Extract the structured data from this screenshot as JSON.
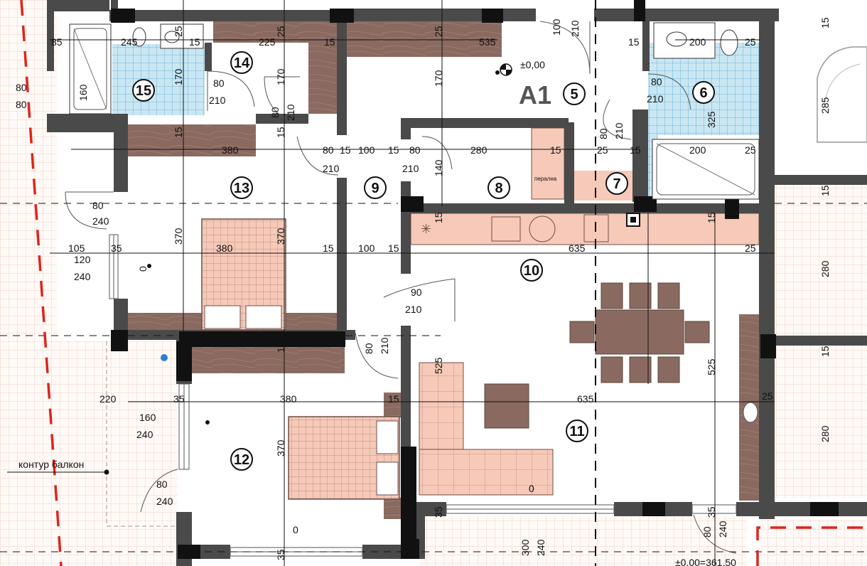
{
  "plan": {
    "apartment_label": "A1",
    "zero_level": "±0,00",
    "bottom_level": "±0,00=361,50",
    "balcony_outline_label": "контур балкон",
    "laundry_label": "перална",
    "colors": {
      "wall": "#4a4a4a",
      "wood_floor": "#8a6a60",
      "bath_tile": "#c9e7f3",
      "furniture": "#f6c9b8",
      "property_line": "#e0241b",
      "grid": "#111111"
    }
  },
  "rooms": [
    {
      "number": "15"
    },
    {
      "number": "14"
    },
    {
      "number": "5"
    },
    {
      "number": "6"
    },
    {
      "number": "13"
    },
    {
      "number": "9"
    },
    {
      "number": "8"
    },
    {
      "number": "7"
    },
    {
      "number": "10"
    },
    {
      "number": "11"
    },
    {
      "number": "12"
    }
  ],
  "dimensions": {
    "d_245": "245",
    "d_25a": "25",
    "d_15a": "15",
    "d_225": "225",
    "d_25b": "25",
    "d_15b": "15",
    "d_25c": "25",
    "d_535": "535",
    "d_100a": "100",
    "d_210a": "210",
    "d_15c": "15",
    "d_200a": "200",
    "d_25d": "25",
    "d_85": "85",
    "d_80a": "80",
    "d_80b": "80",
    "d_160a": "160",
    "d_170a": "170",
    "d_80c": "80",
    "d_210b": "210",
    "d_170b": "170",
    "d_80d": "80",
    "d_210c": "210",
    "d_170c": "170",
    "d_80e": "80",
    "d_210d": "210",
    "d_325": "325",
    "d_285": "285",
    "d_15d": "15",
    "d_15e": "15",
    "d_380a": "380",
    "d_80f": "80",
    "d_15f": "15",
    "d_100b": "100",
    "d_15g": "15",
    "d_80g": "80",
    "d_280a": "280",
    "d_15h": "15",
    "d_80h": "80",
    "d_210e": "210",
    "d_25e": "25",
    "d_15i": "15",
    "d_200b": "200",
    "d_25f": "25",
    "d_210f": "210",
    "d_210g": "210",
    "d_140": "140",
    "d_15j": "15",
    "d_80i": "80",
    "d_240a": "240",
    "d_15k": "15",
    "d_15l": "15",
    "d_370a": "370",
    "d_380b": "380",
    "d_370b": "370",
    "d_105": "105",
    "d_35a": "35",
    "d_120": "120",
    "d_240b": "240",
    "d_0a": "0",
    "d_15m": "15",
    "d_100c": "100",
    "d_15n": "15",
    "d_635a": "635",
    "d_25g": "25",
    "d_280b": "280",
    "d_90": "90",
    "d_210h": "210",
    "d_80j": "80",
    "d_210i": "210",
    "d_15o": "15",
    "d_525a": "525",
    "d_525b": "525",
    "d_220": "220",
    "d_35b": "35",
    "d_380c": "380",
    "d_15p": "15",
    "d_635b": "635",
    "d_25h": "25",
    "d_160b": "160",
    "d_240c": "240",
    "d_370c": "370",
    "d_280c": "280",
    "d_80k": "80",
    "d_240d": "240",
    "d_0b": "0",
    "d_35c": "35",
    "d_0c": "0",
    "d_35d": "35",
    "d_300": "300",
    "d_240e": "240",
    "d_35e": "35",
    "d_80l": "80",
    "d_240f": "240"
  }
}
